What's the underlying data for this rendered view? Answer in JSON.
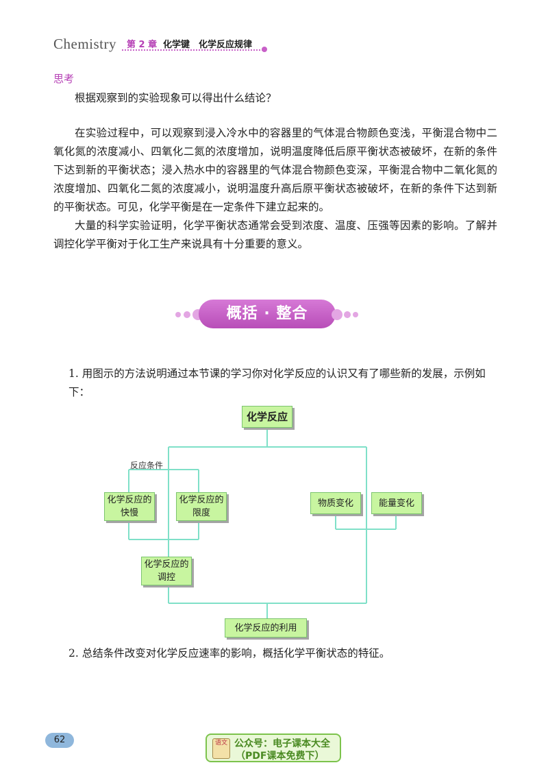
{
  "header": {
    "word": "Chemistry",
    "chapter": "第 2 章",
    "title": "化学键　化学反应规律"
  },
  "think_label": "思考",
  "think_question": "根据观察到的实验现象可以得出什么结论？",
  "paragraphs": [
    "在实验过程中，可以观察到浸入冷水中的容器里的气体混合物颜色变浅，平衡混合物中二氧化氮的浓度减小、四氧化二氮的浓度增加，说明温度降低后原平衡状态被破坏，在新的条件下达到新的平衡状态；浸入热水中的容器里的气体混合物颜色变深，平衡混合物中二氧化氮的浓度增加、四氧化二氮的浓度减小，说明温度升高后原平衡状态被破坏，在新的条件下达到新的平衡状态。可见，化学平衡是在一定条件下建立起来的。",
    "大量的科学实验证明，化学平衡状态通常会受到浓度、温度、压强等因素的影响。了解并调控化学平衡对于化工生产来说具有十分重要的意义。"
  ],
  "banner": "概括 · 整合",
  "questions": [
    "1. 用图示的方法说明通过本节课的学习你对化学反应的认识又有了哪些新的发展，示例如下：",
    "2. 总结条件改变对化学反应速率的影响，概括化学平衡状态的特征。"
  ],
  "diagram": {
    "root": "化学反应",
    "condition_label": "反应条件",
    "rate": "化学反应的快慢",
    "limit": "化学反应的限度",
    "control": "化学反应的调控",
    "matter": "物质变化",
    "energy": "能量变化",
    "use": "化学反应的利用",
    "line_color": "#7fe0c8"
  },
  "page_number": "62",
  "watermark": {
    "icon_text": "语文",
    "line1": "公众号：电子课本大全",
    "line2": "（PDF课本免费下）"
  }
}
